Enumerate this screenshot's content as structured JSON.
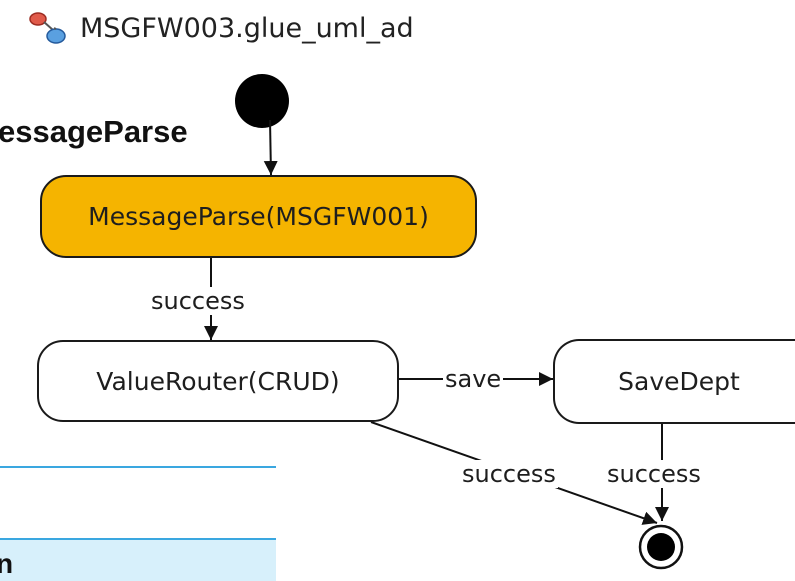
{
  "diagram": {
    "title": "MSGFW003.glue_uml_ad",
    "side_label": "essageParse",
    "nodes": {
      "message_parse": "MessageParse(MSGFW001)",
      "value_router": "ValueRouter(CRUD)",
      "save_dept": "SaveDept"
    },
    "edges": {
      "parse_to_router": "success",
      "router_to_save": "save",
      "router_to_end": "success",
      "save_to_end": "success"
    }
  },
  "panel": {
    "partial_char": "n"
  },
  "colors": {
    "active_node": "#f5b400",
    "accent_line": "#3aa7e0",
    "panel_bg": "#d7f0fb"
  },
  "icons": {
    "title": "uml-activity-diagram-icon"
  }
}
